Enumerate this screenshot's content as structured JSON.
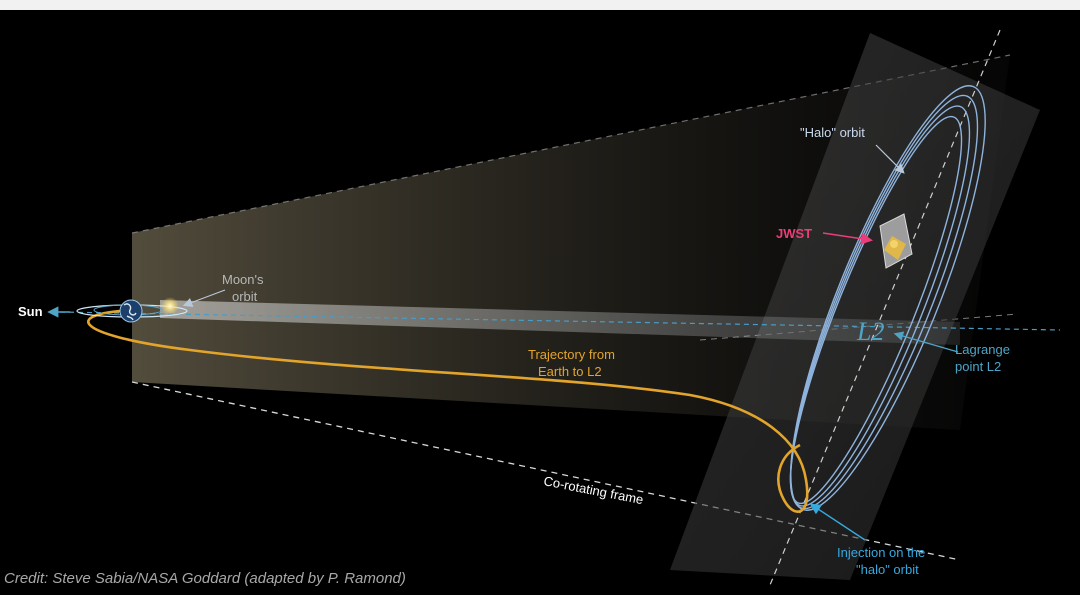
{
  "labels": {
    "sun": "Sun",
    "moon_orbit_line1": "Moon's",
    "moon_orbit_line2": "orbit",
    "halo_orbit": "\"Halo\"  orbit",
    "jwst": "JWST",
    "l2_mark": "L2",
    "lagrange_line1": "Lagrange",
    "lagrange_line2": "point L2",
    "trajectory_line1": "Trajectory from",
    "trajectory_line2": "Earth to L2",
    "corotating_frame": "Co-rotating frame",
    "injection_line1": "Injection on the",
    "injection_line2": "\"halo\" orbit"
  },
  "credit": "Credit: Steve Sabia/NASA Goddard (adapted by P. Ramond)",
  "colors": {
    "background": "#000000",
    "page_border": "#f1f1f1",
    "trajectory": "#e3a42b",
    "halo_orbit": "#8eb3dd",
    "lagrange": "#4fa4c6",
    "injection": "#36a9de",
    "jwst_label": "#ec3c7a",
    "white_label": "#ffffff",
    "moon_label": "#b7b7b7",
    "credit": "#a8a8a8"
  },
  "icons": {
    "earth": "earth-icon",
    "sun_arrow": "arrow-left-icon",
    "spacecraft": "jwst-spacecraft-icon"
  }
}
